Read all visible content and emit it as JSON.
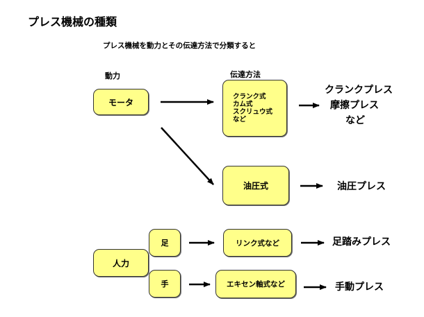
{
  "title": "プレス機械の種類",
  "subtitle": "プレス機械を動力とその伝達方法で分類すると",
  "headers": {
    "power": "動力",
    "transmission": "伝達方法"
  },
  "power_sources": {
    "motor": "モータ",
    "human": "人力",
    "foot": "足",
    "hand": "手"
  },
  "transmissions": {
    "mechanical": [
      "クランク式",
      "カム式",
      "スクリュウ式",
      "など"
    ],
    "hydraulic": "油圧式",
    "link": "リンク式など",
    "eccentric": "エキセン軸式など"
  },
  "results": {
    "mechanical": [
      "クランクプレス",
      "摩擦プレス",
      "など"
    ],
    "hydraulic": "油圧プレス",
    "foot": "足踏みプレス",
    "hand": "手動プレス"
  },
  "colors": {
    "box_fill": "#ffff8a",
    "box_border": "#333333",
    "arrow": "#000000"
  }
}
